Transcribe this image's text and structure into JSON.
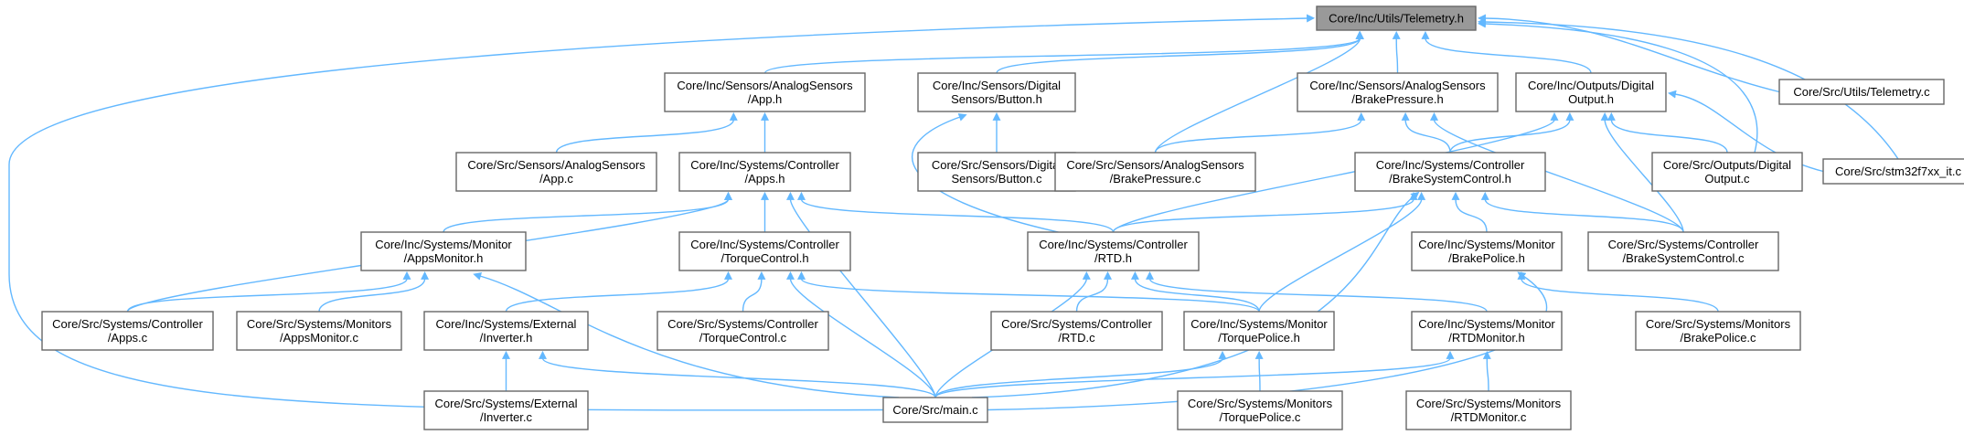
{
  "colors": {
    "edge": "#63b8ff",
    "node_border": "#666666",
    "root_fill": "#999999",
    "node_fill": "#ffffff"
  },
  "nodes": {
    "root": {
      "lines": [
        "Core/Inc/Utils/Telemetry.h"
      ]
    },
    "appH": {
      "lines": [
        "Core/Inc/Sensors/AnalogSensors",
        "/App.h"
      ]
    },
    "buttonH": {
      "lines": [
        "Core/Inc/Sensors/Digital",
        "Sensors/Button.h"
      ]
    },
    "brakePresH": {
      "lines": [
        "Core/Inc/Sensors/AnalogSensors",
        "/BrakePressure.h"
      ]
    },
    "digOutH": {
      "lines": [
        "Core/Inc/Outputs/Digital",
        "Output.h"
      ]
    },
    "telemetryC": {
      "lines": [
        "Core/Src/Utils/Telemetry.c"
      ]
    },
    "appC": {
      "lines": [
        "Core/Src/Sensors/AnalogSensors",
        "/App.c"
      ]
    },
    "appsH": {
      "lines": [
        "Core/Inc/Systems/Controller",
        "/Apps.h"
      ]
    },
    "buttonC": {
      "lines": [
        "Core/Src/Sensors/Digital",
        "Sensors/Button.c"
      ]
    },
    "brakePresC": {
      "lines": [
        "Core/Src/Sensors/AnalogSensors",
        "/BrakePressure.c"
      ]
    },
    "bscH": {
      "lines": [
        "Core/Inc/Systems/Controller",
        "/BrakeSystemControl.h"
      ]
    },
    "digOutC": {
      "lines": [
        "Core/Src/Outputs/Digital",
        "Output.c"
      ]
    },
    "stmC": {
      "lines": [
        "Core/Src/stm32f7xx_it.c"
      ]
    },
    "appsMonH": {
      "lines": [
        "Core/Inc/Systems/Monitor",
        "/AppsMonitor.h"
      ]
    },
    "torqueCtlH": {
      "lines": [
        "Core/Inc/Systems/Controller",
        "/TorqueControl.h"
      ]
    },
    "rtdH": {
      "lines": [
        "Core/Inc/Systems/Controller",
        "/RTD.h"
      ]
    },
    "brakePolH": {
      "lines": [
        "Core/Inc/Systems/Monitor",
        "/BrakePolice.h"
      ]
    },
    "bscC": {
      "lines": [
        "Core/Src/Systems/Controller",
        "/BrakeSystemControl.c"
      ]
    },
    "appsC": {
      "lines": [
        "Core/Src/Systems/Controller",
        "/Apps.c"
      ]
    },
    "appsMonC": {
      "lines": [
        "Core/Src/Systems/Monitors",
        "/AppsMonitor.c"
      ]
    },
    "inverterH": {
      "lines": [
        "Core/Inc/Systems/External",
        "/Inverter.h"
      ]
    },
    "torqueCtlC": {
      "lines": [
        "Core/Src/Systems/Controller",
        "/TorqueControl.c"
      ]
    },
    "rtdC": {
      "lines": [
        "Core/Src/Systems/Controller",
        "/RTD.c"
      ]
    },
    "torquePolH": {
      "lines": [
        "Core/Inc/Systems/Monitor",
        "/TorquePolice.h"
      ]
    },
    "rtdMonH": {
      "lines": [
        "Core/Inc/Systems/Monitor",
        "/RTDMonitor.h"
      ]
    },
    "brakePolC": {
      "lines": [
        "Core/Src/Systems/Monitors",
        "/BrakePolice.c"
      ]
    },
    "inverterC": {
      "lines": [
        "Core/Src/Systems/External",
        "/Inverter.c"
      ]
    },
    "mainC": {
      "lines": [
        "Core/Src/main.c"
      ]
    },
    "torquePolC": {
      "lines": [
        "Core/Src/Systems/Monitors",
        "/TorquePolice.c"
      ]
    },
    "rtdMonC": {
      "lines": [
        "Core/Src/Systems/Monitors",
        "/RTDMonitor.c"
      ]
    }
  },
  "edges": [
    [
      "appH",
      "root"
    ],
    [
      "buttonH",
      "root"
    ],
    [
      "brakePresH",
      "root"
    ],
    [
      "digOutH",
      "root"
    ],
    [
      "telemetryC",
      "root"
    ],
    [
      "mainC",
      "root"
    ],
    [
      "brakePresC",
      "root"
    ],
    [
      "digOutC",
      "root"
    ],
    [
      "stmC",
      "root"
    ],
    [
      "appC",
      "appH"
    ],
    [
      "appsH",
      "appH"
    ],
    [
      "buttonC",
      "buttonH"
    ],
    [
      "rtdH",
      "buttonH"
    ],
    [
      "brakePresC",
      "brakePresH"
    ],
    [
      "bscH",
      "brakePresH"
    ],
    [
      "bscC",
      "brakePresH"
    ],
    [
      "rtdH",
      "digOutH"
    ],
    [
      "bscH",
      "digOutH"
    ],
    [
      "digOutC",
      "digOutH"
    ],
    [
      "stmC",
      "digOutH"
    ],
    [
      "bscC",
      "digOutH"
    ],
    [
      "appsMonH",
      "appsH"
    ],
    [
      "torqueCtlH",
      "appsH"
    ],
    [
      "rtdH",
      "appsH"
    ],
    [
      "appsC",
      "appsH"
    ],
    [
      "mainC",
      "appsH"
    ],
    [
      "rtdH",
      "bscH"
    ],
    [
      "brakePolH",
      "bscH"
    ],
    [
      "bscC",
      "bscH"
    ],
    [
      "torquePolH",
      "bscH"
    ],
    [
      "mainC",
      "bscH"
    ],
    [
      "appsC",
      "appsMonH"
    ],
    [
      "appsMonC",
      "appsMonH"
    ],
    [
      "mainC",
      "appsMonH"
    ],
    [
      "inverterH",
      "torqueCtlH"
    ],
    [
      "torqueCtlC",
      "torqueCtlH"
    ],
    [
      "torquePolH",
      "torqueCtlH"
    ],
    [
      "mainC",
      "torqueCtlH"
    ],
    [
      "rtdC",
      "rtdH"
    ],
    [
      "torquePolH",
      "rtdH"
    ],
    [
      "rtdMonH",
      "rtdH"
    ],
    [
      "mainC",
      "rtdH"
    ],
    [
      "brakePolC",
      "brakePolH"
    ],
    [
      "mainC",
      "brakePolH"
    ],
    [
      "inverterC",
      "inverterH"
    ],
    [
      "mainC",
      "inverterH"
    ],
    [
      "torquePolC",
      "torquePolH"
    ],
    [
      "mainC",
      "torquePolH"
    ],
    [
      "rtdMonC",
      "rtdMonH"
    ],
    [
      "mainC",
      "rtdMonH"
    ]
  ]
}
